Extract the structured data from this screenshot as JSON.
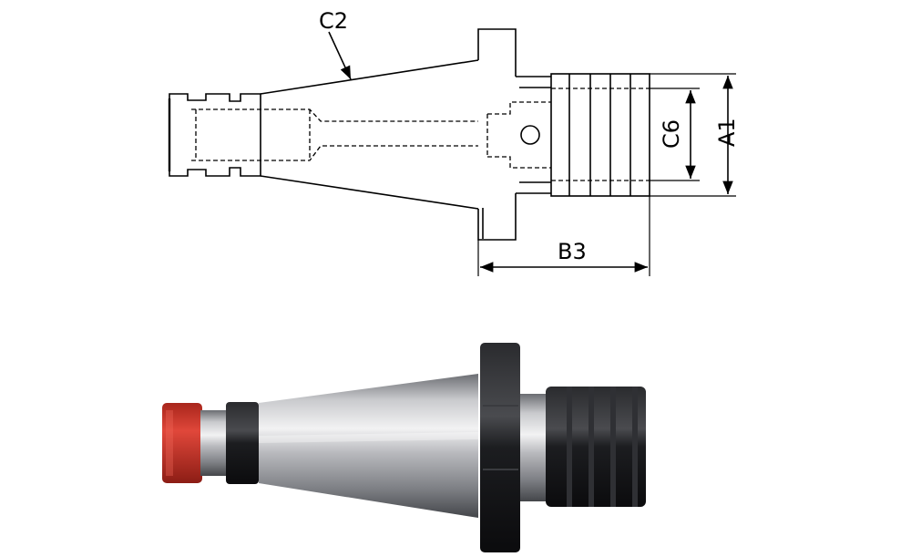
{
  "drawing": {
    "labels": {
      "c2": "C2",
      "b3": "B3",
      "c6": "C6",
      "a1": "A1"
    }
  },
  "photo": {
    "colors": {
      "cap_red": "#d43a2c",
      "steel_light": "#d9dadd",
      "steel_mid": "#9a9ca1",
      "steel_dark": "#55575c",
      "black": "#141416"
    }
  }
}
